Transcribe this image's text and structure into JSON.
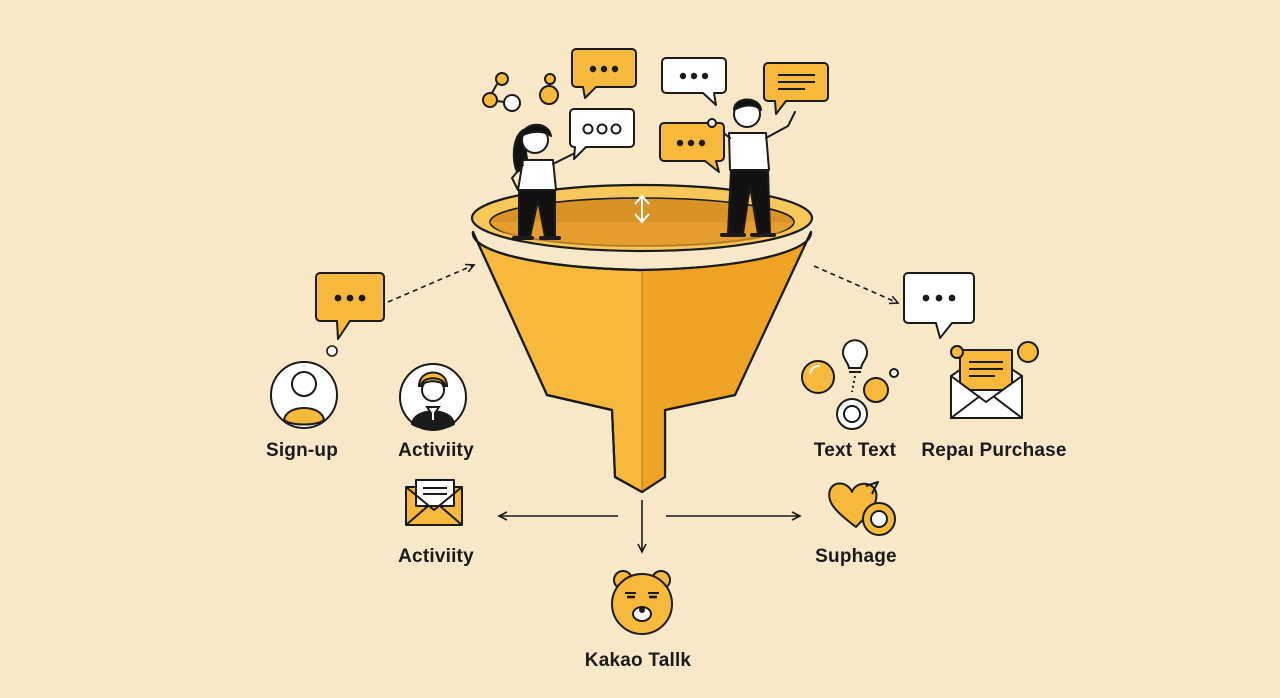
{
  "labels": {
    "sign_up": "Sign-up",
    "activity_top": "Activiity",
    "activity_bottom": "Activiity",
    "text_text": "Text Text",
    "repeat_purchase": "Repaı Purchase",
    "suphage": "Suphage",
    "kakao": "Kakao Tallk"
  },
  "colors": {
    "background": "#f7e9c8",
    "accent": "#f6b93b",
    "accent_dark": "#eea324",
    "stroke": "#1b1b1b",
    "white": "#ffffff"
  },
  "icons": [
    "person-avatar-icon",
    "businessman-avatar-icon",
    "envelope-letter-icon",
    "lightbulb-bubbles-icon",
    "open-envelope-icon",
    "heart-circle-icon",
    "bear-face-icon",
    "chat-bubble-icon",
    "funnel-icon"
  ]
}
